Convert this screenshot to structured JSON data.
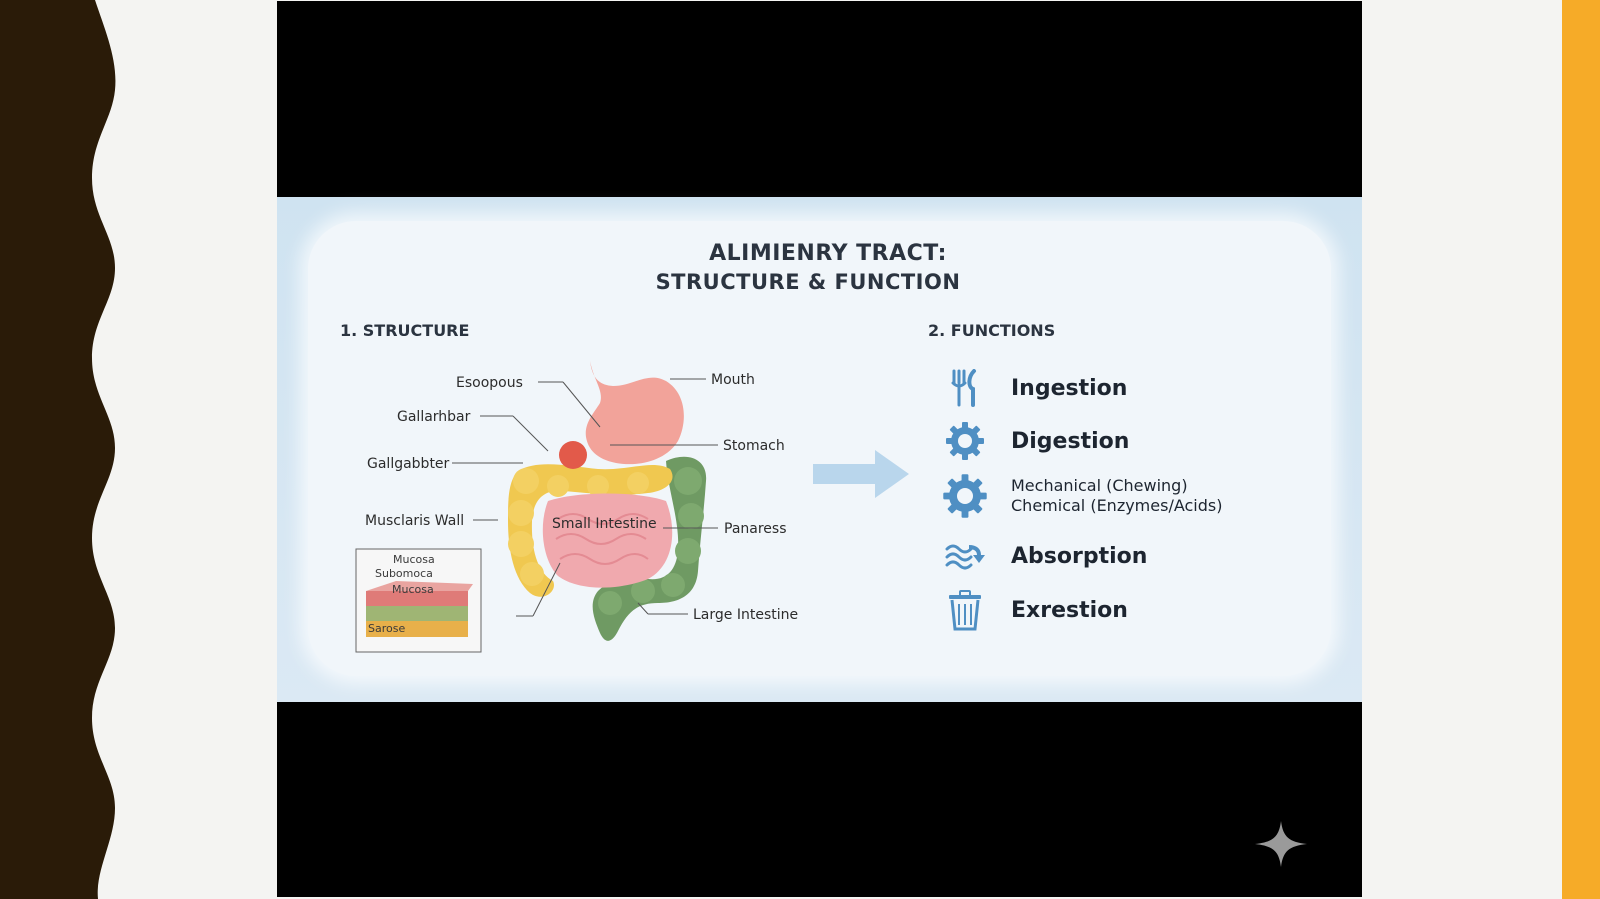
{
  "slide": {
    "title_line1": "ALIMIENRY TRACT:",
    "title_line2": "STRUCTURE & FUNCTION",
    "structure_heading": "1. STRUCTURE",
    "functions_heading": "2. FUNCTIONS"
  },
  "diagram_labels": {
    "esophagus": "Esoopous",
    "mouth": "Mouth",
    "gallbladder_1": "Gallarhbar",
    "stomach": "Stomach",
    "gallbladder_2": "Gallgabbter",
    "muscularis": "Musclaris Wall",
    "small_intestine": "Small Intestine",
    "pancreas": "Panaress",
    "large_intestine": "Large Intestine",
    "layer_mucosa": "Mucosa",
    "layer_submucosa": "Subomoca",
    "layer_mucosa_2": "Mucosa",
    "layer_serosa": "Sarose"
  },
  "functions": {
    "ingestion": "Ingestion",
    "digestion": "Digestion",
    "mechanical": "Mechanical (Chewing)",
    "chemical": "Chemical (Enzymes/Acids)",
    "absorption": "Absorption",
    "excretion": "Exrestion"
  },
  "icons": {
    "ingestion": "fork-knife-icon",
    "digestion": "gear-icon",
    "mechanical": "gear-icon",
    "absorption": "waves-arrow-icon",
    "excretion": "trash-bin-icon"
  },
  "colors": {
    "accent_bar": "#f6ab28",
    "wave": "#2a1b08",
    "icon_blue": "#4f8fc3",
    "stomach": "#f2a39a",
    "colon_yellow": "#f0c850",
    "colon_green": "#6f9a63",
    "intestine_pink": "#f0a9ae"
  }
}
